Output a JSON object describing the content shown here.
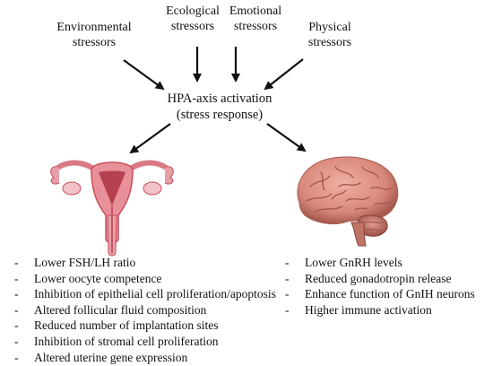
{
  "stressors": {
    "environmental": [
      "Environmental",
      "stressors"
    ],
    "ecological": [
      "Ecological",
      "stressors"
    ],
    "emotional": [
      "Emotional",
      "stressors"
    ],
    "physical": [
      "Physical",
      "stressors"
    ]
  },
  "hpa": [
    "HPA-axis activation",
    "(stress response)"
  ],
  "uterus_effects": [
    "Lower FSH/LH ratio",
    "Lower oocyte competence",
    "Inhibition of epithelial cell proliferation/apoptosis",
    "Altered follicular fluid composition",
    "Reduced number of implantation sites",
    "Inhibition of stromal cell proliferation",
    "Altered uterine gene expression"
  ],
  "brain_effects": [
    "Lower GnRH levels",
    "Reduced gonadotropin release",
    "Enhance function of GnIH neurons",
    "Higher immune activation"
  ],
  "colors": {
    "uterus": "#e8909a",
    "uterus_dark": "#c8505e",
    "brain": "#d9897c",
    "brain_dark": "#a85a50",
    "arrow": "#111111"
  }
}
